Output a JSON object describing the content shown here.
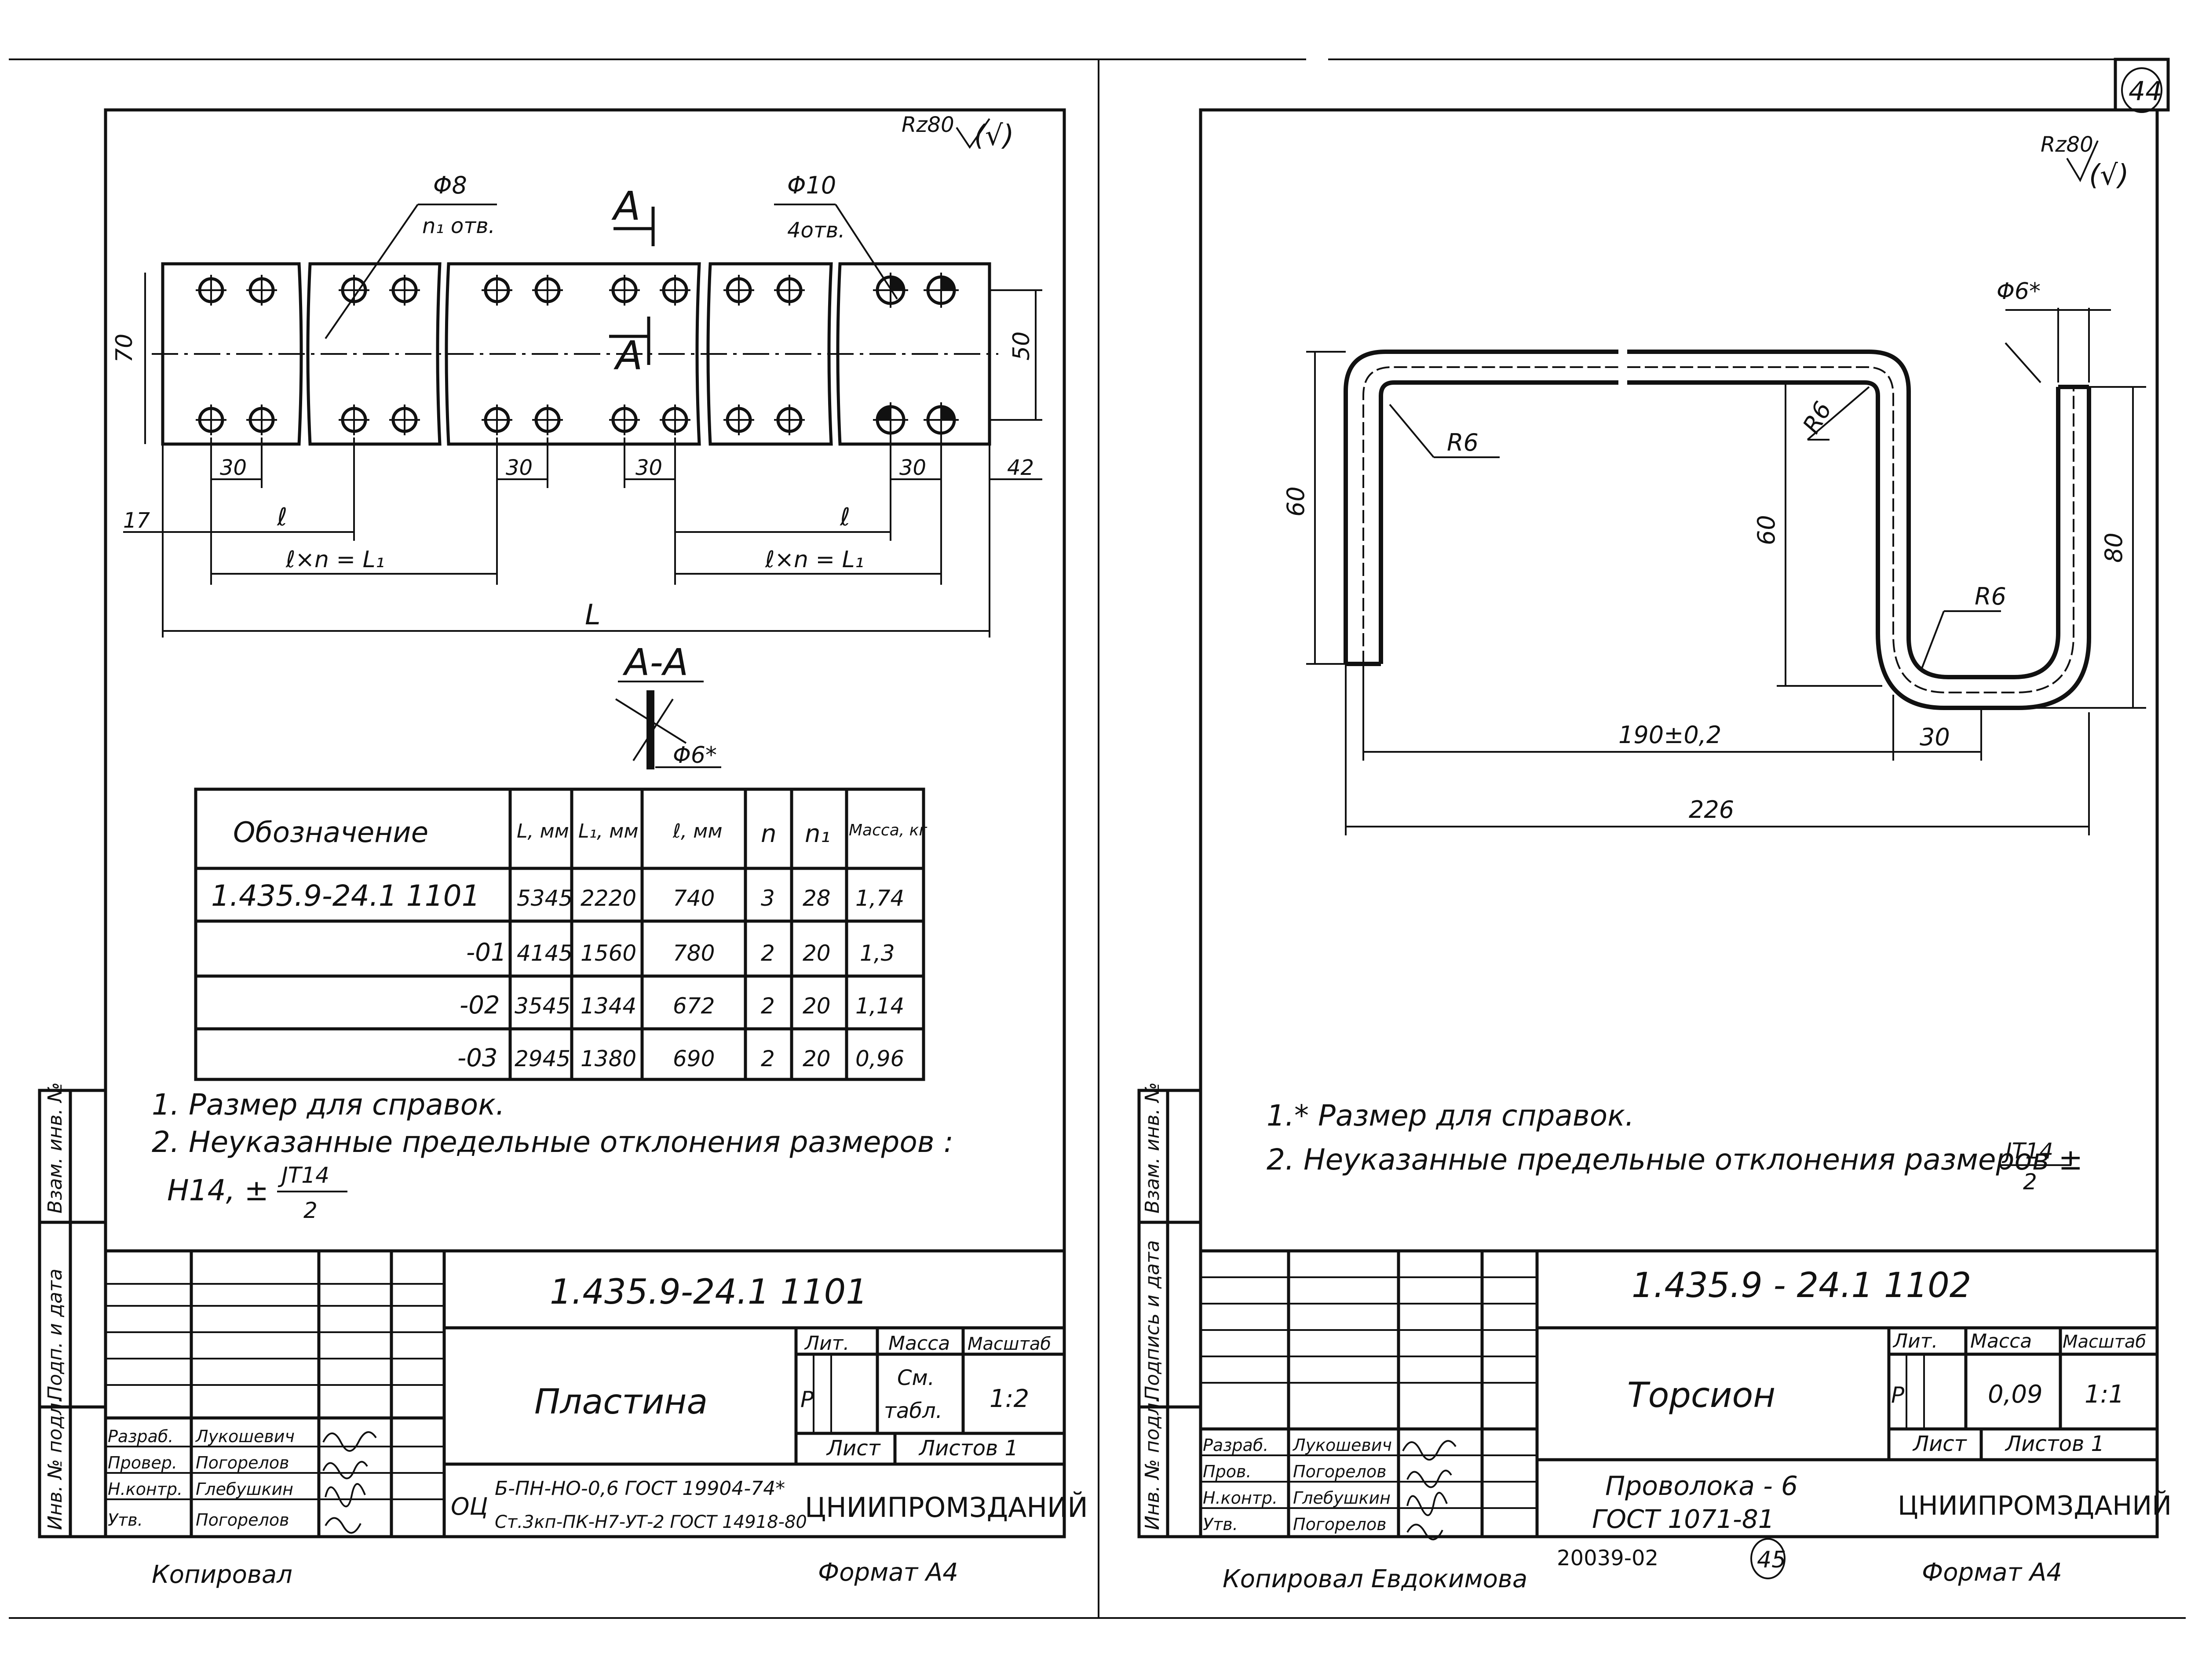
{
  "left_sheet": {
    "roughness": "Rz80",
    "roughness_check": "(√)",
    "hole_small_dia": "Φ8",
    "hole_small_count": "n₁ отв.",
    "hole_large_dia": "Φ10",
    "hole_large_count": "4отв.",
    "section_mark": "A",
    "dims": {
      "height": "70",
      "hole_spacing": "50",
      "d30": "30",
      "d17": "17",
      "d42": "42",
      "pitch": "ℓ",
      "run": "ℓ×n = L₁",
      "total": "L"
    },
    "section_title": "A-A",
    "section_dim": "Φ6*",
    "table": {
      "headers": [
        "Обозначение",
        "L, мм",
        "L₁, мм",
        "ℓ, мм",
        "n",
        "n₁",
        "Масса, кг"
      ],
      "rows": [
        [
          "1.435.9-24.1 1101",
          "5345",
          "2220",
          "740",
          "3",
          "28",
          "1,74"
        ],
        [
          "-01",
          "4145",
          "1560",
          "780",
          "2",
          "20",
          "1,3"
        ],
        [
          "-02",
          "3545",
          "1344",
          "672",
          "2",
          "20",
          "1,14"
        ],
        [
          "-03",
          "2945",
          "1380",
          "690",
          "2",
          "20",
          "0,96"
        ]
      ]
    },
    "notes": [
      "1. Размер для справок.",
      "2. Неуказанные предельные отклонения размеров :",
      "H14, ±"
    ],
    "note_fraction_num": "JT14",
    "note_fraction_den": "2",
    "title_block": {
      "code": "1.435.9-24.1  1101",
      "name": "Пластина",
      "lit": "Лит.",
      "mass_label": "Масса",
      "scale_label": "Масштаб",
      "lit_value": "Р",
      "mass_value_1": "См.",
      "mass_value_2": "табл.",
      "scale_value": "1:2",
      "sheet_label": "Лист",
      "sheets_label": "Листов 1",
      "material_prefix": "ОЦ",
      "material_1": "Б-ПН-НО-0,6 ГОСТ 19904-74*",
      "material_2": "Ст.3кп-ПК-Н7-УТ-2 ГОСТ 14918-80",
      "org": "ЦНИИПРОМЗДАНИЙ",
      "roles": [
        "Разраб.",
        "Провер.",
        "Н.контр.",
        "Утв."
      ],
      "names": [
        "Лукошевич",
        "Погорелов",
        "Глебушкин",
        "Погорелов"
      ]
    },
    "side_labels": [
      "Инв. № подл.",
      "Подп. и дата",
      "Взам. инв. №"
    ],
    "footer_left": "Копировал",
    "footer_right": "Формат А4"
  },
  "right_sheet": {
    "corner_page": "44",
    "roughness": "Rz80",
    "roughness_check": "(√)",
    "dims": {
      "wire_dia": "Φ6*",
      "r1": "R6",
      "r2": "R6",
      "r3": "R6",
      "h1": "60",
      "h2": "60",
      "h3": "80",
      "w1": "190±0,2",
      "w2": "30",
      "w3": "226"
    },
    "notes": [
      "1.* Размер для справок.",
      "2. Неуказанные предельные отклонения размеров ±"
    ],
    "note_fraction_num": "JT14",
    "note_fraction_den": "2",
    "title_block": {
      "code": "1.435.9 - 24.1   1102",
      "name": "Торсион",
      "lit": "Лит.",
      "mass_label": "Масса",
      "scale_label": "Масштаб",
      "lit_value": "Р",
      "mass_value": "0,09",
      "scale_value": "1:1",
      "sheet_label": "Лист",
      "sheets_label": "Листов 1",
      "material_1": "Проволока - 6",
      "material_2": "ГОСТ 1071-81",
      "org": "ЦНИИПРОМЗДАНИЙ",
      "roles": [
        "Разраб.",
        "Пров.",
        "Н.контр.",
        "Утв."
      ],
      "names": [
        "Лукошевич",
        "Погорелов",
        "Глебушкин",
        "Погорелов"
      ]
    },
    "side_labels": [
      "Инв. № подл.",
      "Подпись и дата",
      "Взам. инв. №"
    ],
    "footer_left": "Копировал Евдокимова",
    "footer_center": "20039-02",
    "footer_page": "45",
    "footer_right": "Формат А4"
  }
}
